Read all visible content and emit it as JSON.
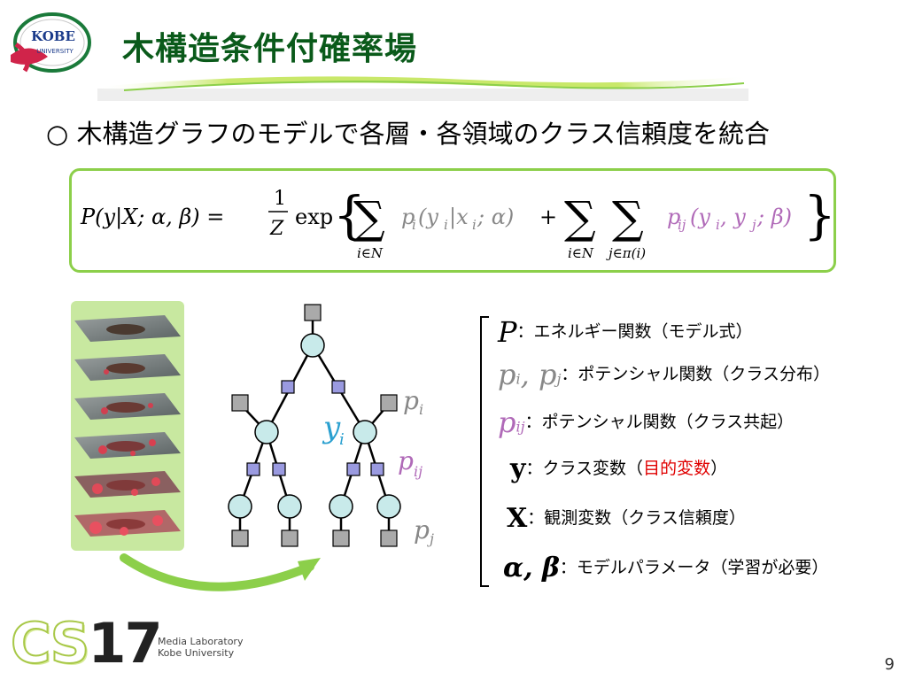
{
  "logo": {
    "top_text": "KOBE",
    "bottom_text": "UNIVERSITY"
  },
  "title": "木構造条件付確率場",
  "bullet": "○ 木構造グラフのモデルで各層・各領域のクラス信頼度を統合",
  "formula": {
    "lhs": "P(y|X; α, β) =",
    "frac_num": "1",
    "frac_den": "Z",
    "exp": "exp",
    "term1": "p",
    "term1_sub": "i",
    "term1_args": "(y",
    "term1_args_sub": "i",
    "term1_args2": "|x",
    "term1_args2_sub": "i",
    "term1_args3": "; α)",
    "plus": "+",
    "sum_sub1": "i∈N",
    "sum_sub2": "i∈N",
    "sum_sub3": "j∈π(i)",
    "term2": "p",
    "term2_sub": "ij",
    "term2_args": "(y",
    "term2_args_sub1": "i",
    "term2_args_mid": ", y",
    "term2_args_sub2": "j",
    "term2_args_end": "; β)"
  },
  "tree_labels": {
    "pi": "p",
    "pi_sub": "i",
    "yi": "y",
    "yi_sub": "i",
    "pij": "p",
    "pij_sub": "ij",
    "pj": "p",
    "pj_sub": "j"
  },
  "legend": [
    {
      "sym": "P",
      "text": "：エネルギー関数（モデル式）"
    },
    {
      "sym": "p",
      "sym_sub": "i",
      "sym2": ", p",
      "sym2_sub": "j",
      "text": "：ポテンシャル関数（クラス分布）"
    },
    {
      "sym": "p",
      "sym_sub": "ij",
      "text": "：ポテンシャル関数（クラス共起）"
    },
    {
      "sym": "y",
      "text_a": "：クラス変数（",
      "text_red": "目的変数",
      "text_b": "）"
    },
    {
      "sym": "X",
      "text": "：観測変数（クラス信頼度）"
    },
    {
      "sym": "α, β",
      "text": "：モデルパラメータ（学習が必要）"
    }
  ],
  "footer": {
    "cs": "CS",
    "num": "17",
    "lab_line1": "Media Laboratory",
    "lab_line2": "Kobe University",
    "page": "9"
  },
  "colors": {
    "title_green": "#0a5a1a",
    "box_green": "#8ccf4a",
    "purple": "#b06ab8",
    "blue_var": "#2aa0d0",
    "red": "#e00000"
  }
}
